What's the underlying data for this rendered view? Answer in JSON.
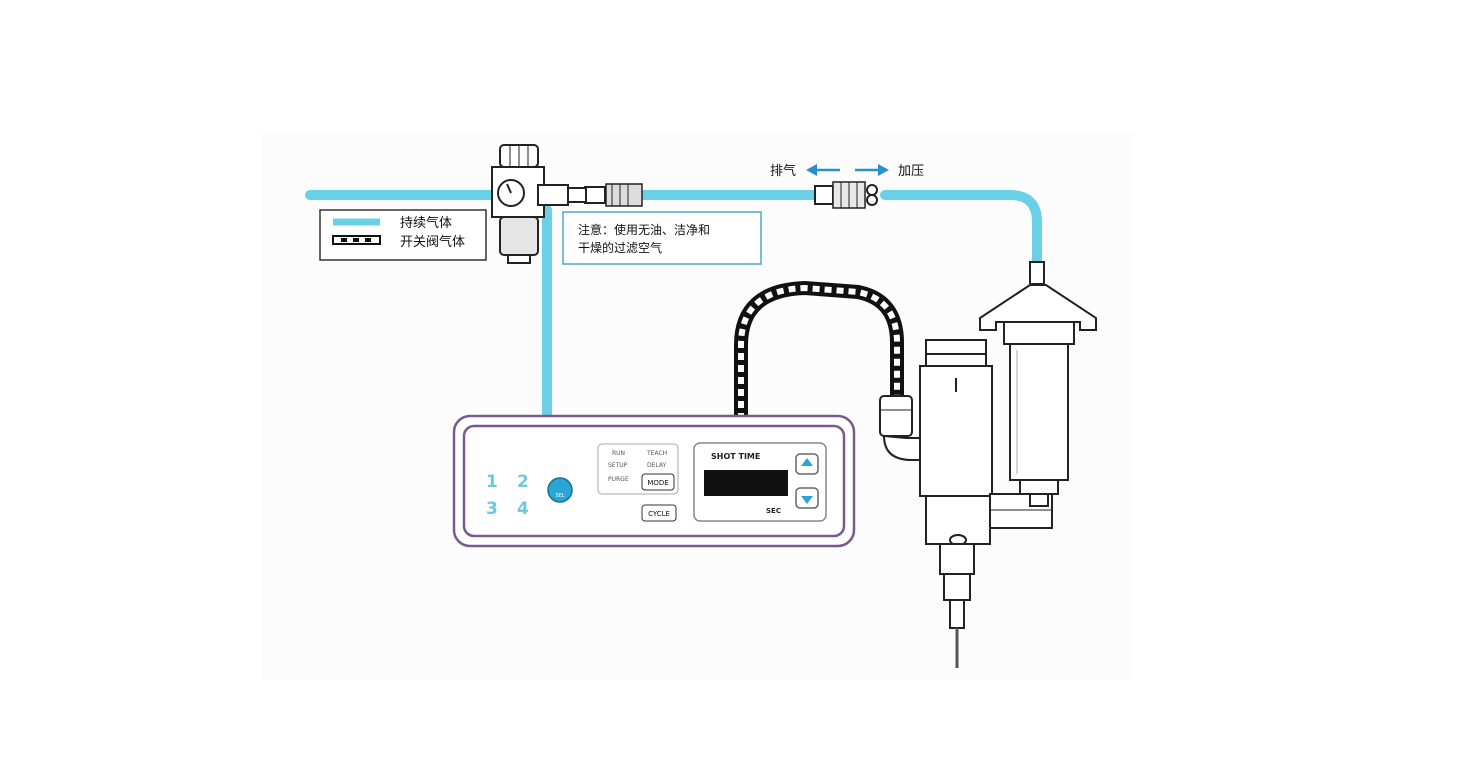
{
  "labels": {
    "exhaust": "排气",
    "pressurize": "加压",
    "legend_continuous": "持续气体",
    "legend_valve": "开关阀气体",
    "note_line1": "注意：使用无油、洁净和",
    "note_line2": "干燥的过滤空气"
  },
  "controller": {
    "keys": [
      "1",
      "2",
      "3",
      "4"
    ],
    "knob_label": "SEL",
    "modes": [
      "RUN",
      "TEACH",
      "SETUP",
      "DELAY",
      "PURGE"
    ],
    "mode_button": "MODE",
    "cycle_button": "CYCLE",
    "display_title": "SHOT TIME",
    "display_unit": "SEC",
    "up_icon": "up-arrow-icon",
    "down_icon": "down-arrow-icon"
  },
  "colors": {
    "continuous_air": "#6ad0e6",
    "controller_outline": "#7a5a8e",
    "arrow": "#2a8fcf",
    "display": "#111111"
  }
}
